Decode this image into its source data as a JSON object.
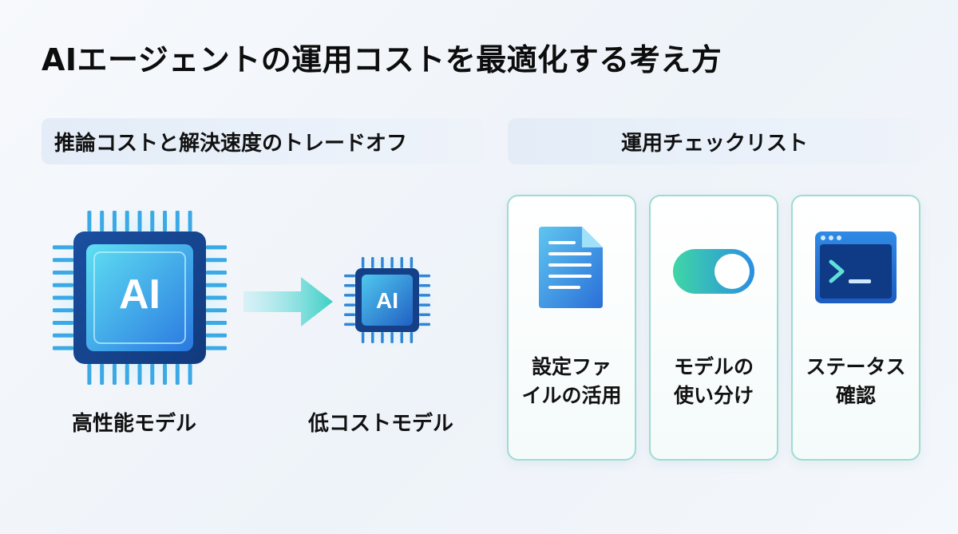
{
  "title": "AIエージェントの運用コストを最適化する考え方",
  "left_section": {
    "header": "推論コストと解決速度のトレードオフ",
    "high_model": {
      "chip_text": "AI",
      "label": "高性能モデル"
    },
    "low_model": {
      "chip_text": "AI",
      "label": "低コストモデル"
    },
    "arrow_icon": "arrow-right-icon"
  },
  "right_section": {
    "header": "運用チェックリスト",
    "cards": [
      {
        "icon": "document-icon",
        "lines": [
          "設定ファ",
          "イルの活用"
        ]
      },
      {
        "icon": "toggle-icon",
        "lines": [
          "モデルの",
          "使い分け"
        ]
      },
      {
        "icon": "terminal-icon",
        "lines": [
          "ステータス",
          "確認"
        ]
      }
    ]
  },
  "colors": {
    "chip_blue": "#2e7fe0",
    "chip_cyan": "#3fd0e8",
    "card_border": "#9fdcd0",
    "header_bg": "#e3ecf7",
    "toggle_green": "#3fd0a0",
    "terminal_dark": "#0f3f8a"
  }
}
